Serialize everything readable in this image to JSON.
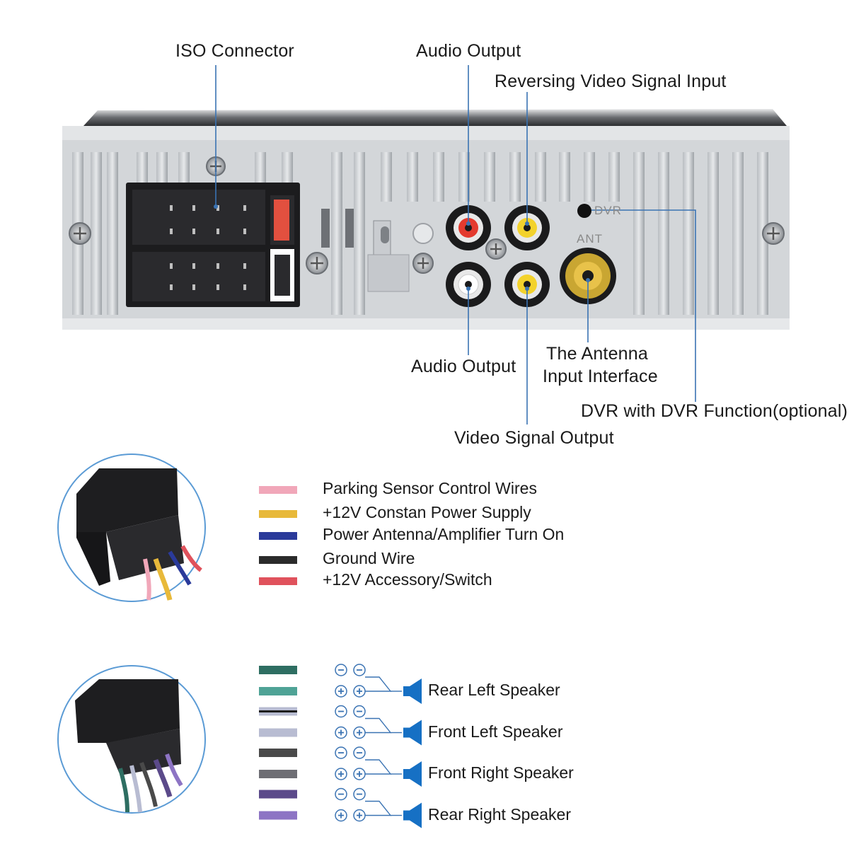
{
  "callouts": {
    "iso_connector": "ISO Connector",
    "audio_output_top": "Audio Output",
    "reversing_video": "Reversing Video Signal Input",
    "audio_output_bottom": "Audio Output",
    "antenna_line1": "The Antenna",
    "antenna_line2": "Input Interface",
    "dvr": "DVR with DVR Function(optional)",
    "video_output": "Video Signal Output"
  },
  "panel_marks": {
    "dvr": "DVR",
    "ant": "ANT"
  },
  "power_legend": [
    {
      "label": "Parking Sensor Control Wires",
      "color": "#f1a7b9"
    },
    {
      "label": "+12V Constan Power Supply",
      "color": "#e8b93a"
    },
    {
      "label": "Power Antenna/Amplifier Turn On",
      "color": "#2a3a9a"
    },
    {
      "label": "Ground Wire",
      "color": "#2b2b2b"
    },
    {
      "label": "+12V Accessory/Switch",
      "color": "#e0525c"
    }
  ],
  "speaker_legend": [
    {
      "label": "Rear Left Speaker",
      "neg_color": "#2e6e62",
      "pos_color": "#4fa396",
      "neg_stripe": false
    },
    {
      "label": "Front Left Speaker",
      "neg_color": "#b8bcd2",
      "pos_color": "#b8bcd2",
      "neg_stripe": true
    },
    {
      "label": "Front Right Speaker",
      "neg_color": "#4a4a4a",
      "pos_color": "#6e6e74",
      "neg_stripe": false
    },
    {
      "label": "Rear Right Speaker",
      "neg_color": "#5b4a8a",
      "pos_color": "#8d74c4",
      "neg_stripe": false
    }
  ],
  "colors": {
    "leader": "#3a73b3",
    "circle": "#5b9bd5",
    "speaker_icon": "#1670c4",
    "panel": "#d6d9dc"
  }
}
